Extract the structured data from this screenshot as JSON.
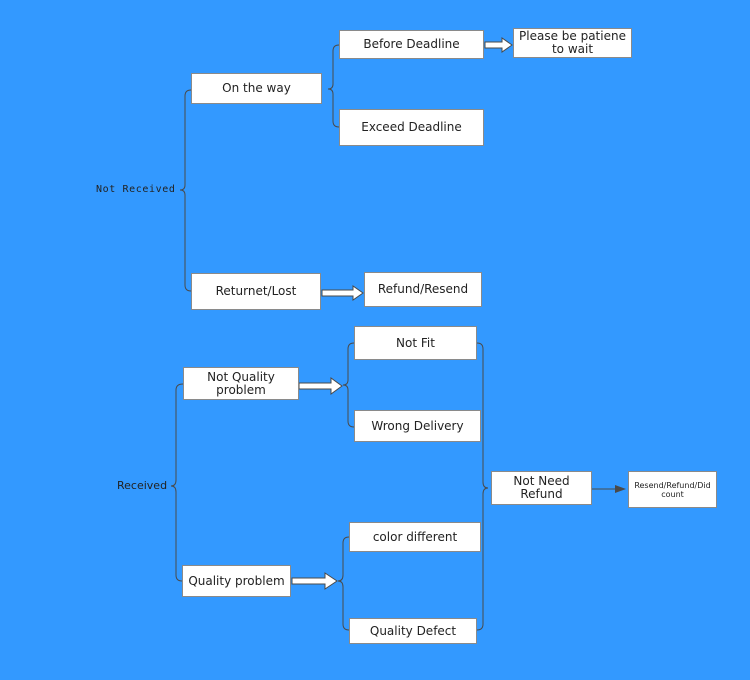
{
  "colors": {
    "canvas": "#3399ff",
    "node_fill": "#ffffff",
    "node_border": "#8a8a8a",
    "connector": "#4a4a4a",
    "arrow_fill": "#ffffff"
  },
  "roots": {
    "not_received": "Not Received",
    "received": "Received"
  },
  "nodes": {
    "on_the_way": "On the way",
    "before_deadline": "Before Deadline",
    "exceed_deadline": "Exceed Deadline",
    "please_be_patient": "Please be patiene to wait",
    "returned_lost": "Returnet/Lost",
    "refund_resend": "Refund/Resend",
    "not_quality_problem": "Not Quality problem",
    "not_fit": "Not Fit",
    "wrong_delivery": "Wrong Delivery",
    "quality_problem": "Quality problem",
    "color_different": "color different",
    "quality_defect": "Quality Defect",
    "not_need_refund": "Not Need Refund",
    "resend_refund_discount": "Resend/Refund/Did count"
  }
}
